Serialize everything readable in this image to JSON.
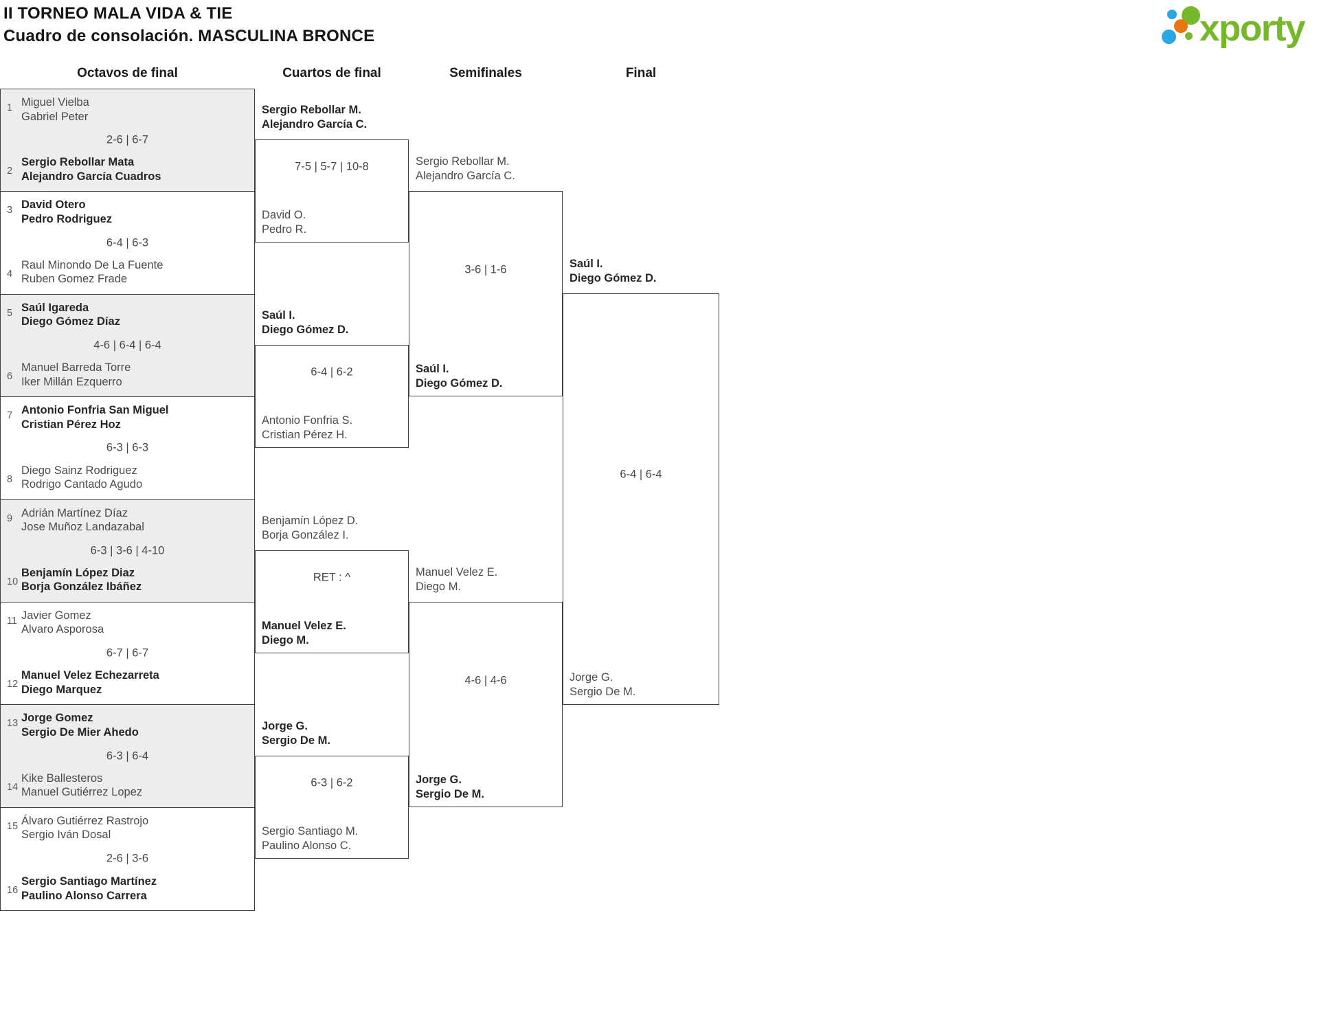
{
  "title": {
    "line1": "II TORNEO MALA VIDA & TIE",
    "line2": "Cuadro de consolación. MASCULINA BRONCE"
  },
  "logo": {
    "text": "xporty",
    "green": "#76b82a",
    "blue": "#2aa7e0",
    "orange": "#e8770e"
  },
  "round_headers": {
    "octavos": "Octavos de final",
    "cuartos": "Cuartos de final",
    "semifinales": "Semifinales",
    "final": "Final"
  },
  "colors": {
    "box_border": "#3f3f3f",
    "alt_row_bg": "#ededed",
    "text": "#4b4b4b",
    "winner_text": "#262626"
  },
  "octavos": [
    {
      "seed_a": "1",
      "team_a": [
        "Miguel Vielba",
        "Gabriel Peter"
      ],
      "score": "2-6 | 6-7",
      "seed_b": "2",
      "team_b": [
        "Sergio Rebollar Mata",
        "Alejandro García Cuadros"
      ],
      "winner": "b"
    },
    {
      "seed_a": "3",
      "team_a": [
        "David Otero",
        "Pedro Rodriguez"
      ],
      "score": "6-4 | 6-3",
      "seed_b": "4",
      "team_b": [
        "Raul Minondo De La Fuente",
        "Ruben Gomez Frade"
      ],
      "winner": "a"
    },
    {
      "seed_a": "5",
      "team_a": [
        "Saúl Igareda",
        "Diego Gómez Díaz"
      ],
      "score": "4-6 | 6-4 | 6-4",
      "seed_b": "6",
      "team_b": [
        "Manuel Barreda Torre",
        "Iker Millán Ezquerro"
      ],
      "winner": "a"
    },
    {
      "seed_a": "7",
      "team_a": [
        "Antonio Fonfria San Miguel",
        "Cristian Pérez Hoz"
      ],
      "score": "6-3 | 6-3",
      "seed_b": "8",
      "team_b": [
        "Diego Sainz Rodriguez",
        "Rodrigo Cantado Agudo"
      ],
      "winner": "a"
    },
    {
      "seed_a": "9",
      "team_a": [
        "Adrián Martínez Díaz",
        "Jose Muñoz Landazabal"
      ],
      "score": "6-3 | 3-6 | 4-10",
      "seed_b": "10",
      "team_b": [
        "Benjamín López Diaz",
        "Borja González Ibáñez"
      ],
      "winner": "b"
    },
    {
      "seed_a": "11",
      "team_a": [
        "Javier Gomez",
        "Alvaro Asporosa"
      ],
      "score": "6-7 | 6-7",
      "seed_b": "12",
      "team_b": [
        "Manuel Velez Echezarreta",
        "Diego Marquez"
      ],
      "winner": "b"
    },
    {
      "seed_a": "13",
      "team_a": [
        "Jorge Gomez",
        "Sergio De Mier Ahedo"
      ],
      "score": "6-3 | 6-4",
      "seed_b": "14",
      "team_b": [
        "Kike Ballesteros",
        "Manuel Gutiérrez Lopez"
      ],
      "winner": "a"
    },
    {
      "seed_a": "15",
      "team_a": [
        "Álvaro Gutiérrez Rastrojo",
        "Sergio Iván Dosal"
      ],
      "score": "2-6 | 3-6",
      "seed_b": "16",
      "team_b": [
        "Sergio Santiago Martínez",
        "Paulino Alonso Carrera"
      ],
      "winner": "b"
    }
  ],
  "cuartos": [
    {
      "top": [
        "Sergio Rebollar M.",
        "Alejandro García C."
      ],
      "score": "7-5 | 5-7 | 10-8",
      "bottom": [
        "David O.",
        "Pedro R."
      ],
      "winner": "top"
    },
    {
      "top": [
        "Saúl I.",
        "Diego Gómez D."
      ],
      "score": "6-4 | 6-2",
      "bottom": [
        "Antonio Fonfria S.",
        "Cristian Pérez H."
      ],
      "winner": "top"
    },
    {
      "top": [
        "Benjamín López D.",
        "Borja González I."
      ],
      "score": "RET : ^",
      "bottom": [
        "Manuel Velez E.",
        "Diego M."
      ],
      "winner": "bottom"
    },
    {
      "top": [
        "Jorge G.",
        "Sergio De M."
      ],
      "score": "6-3 | 6-2",
      "bottom": [
        "Sergio Santiago M.",
        "Paulino Alonso C."
      ],
      "winner": "top"
    }
  ],
  "semifinales": [
    {
      "top": [
        "Sergio Rebollar M.",
        "Alejandro García C."
      ],
      "score": "3-6 | 1-6",
      "bottom": [
        "Saúl I.",
        "Diego Gómez D."
      ],
      "winner": "bottom"
    },
    {
      "top": [
        "Manuel Velez E.",
        "Diego M."
      ],
      "score": "4-6 | 4-6",
      "bottom": [
        "Jorge G.",
        "Sergio De M."
      ],
      "winner": "bottom"
    }
  ],
  "final": {
    "top": [
      "Saúl I.",
      "Diego Gómez D."
    ],
    "score": "6-4 | 6-4",
    "bottom": [
      "Jorge G.",
      "Sergio De M."
    ],
    "winner": "top"
  }
}
